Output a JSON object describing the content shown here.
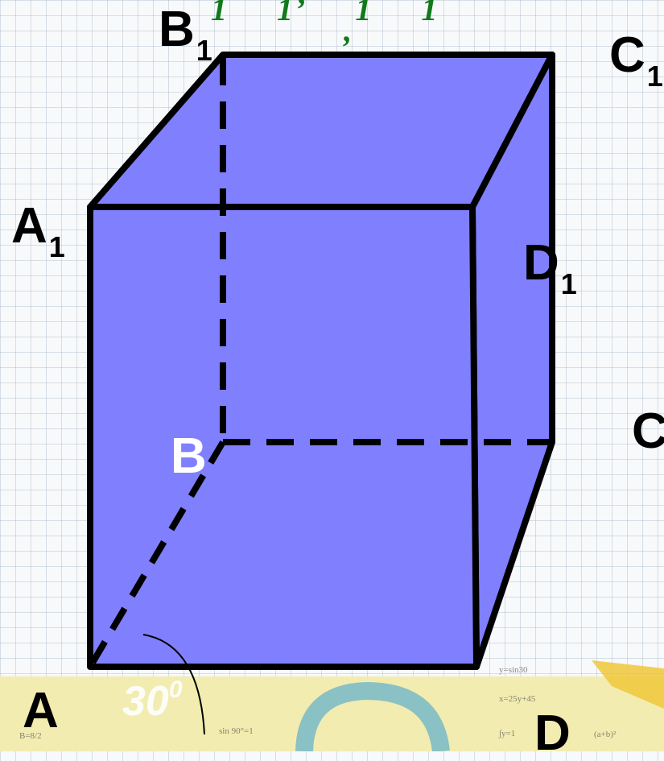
{
  "figure": {
    "type": "prism",
    "face_color": "#8080ff",
    "edge_color": "#000000",
    "vertices": [
      {
        "id": "A",
        "label": "A",
        "subscript": ""
      },
      {
        "id": "B",
        "label": "B",
        "subscript": ""
      },
      {
        "id": "C",
        "label": "C",
        "subscript": ""
      },
      {
        "id": "D",
        "label": "D",
        "subscript": ""
      },
      {
        "id": "A1",
        "label": "A",
        "subscript": "1"
      },
      {
        "id": "B1",
        "label": "B",
        "subscript": "1"
      },
      {
        "id": "C1",
        "label": "C",
        "subscript": "1"
      },
      {
        "id": "D1",
        "label": "D",
        "subscript": "1"
      }
    ],
    "angle": {
      "value": "30",
      "unit": "0"
    }
  },
  "background": {
    "top_fragments": [
      "1",
      "1’",
      "1",
      "1",
      "’"
    ],
    "bottom_notes": [
      "y=sin30",
      "x=25y+45",
      "∫y=1",
      "sin 90°=1",
      "B=8/2",
      "(a+b)²"
    ]
  }
}
